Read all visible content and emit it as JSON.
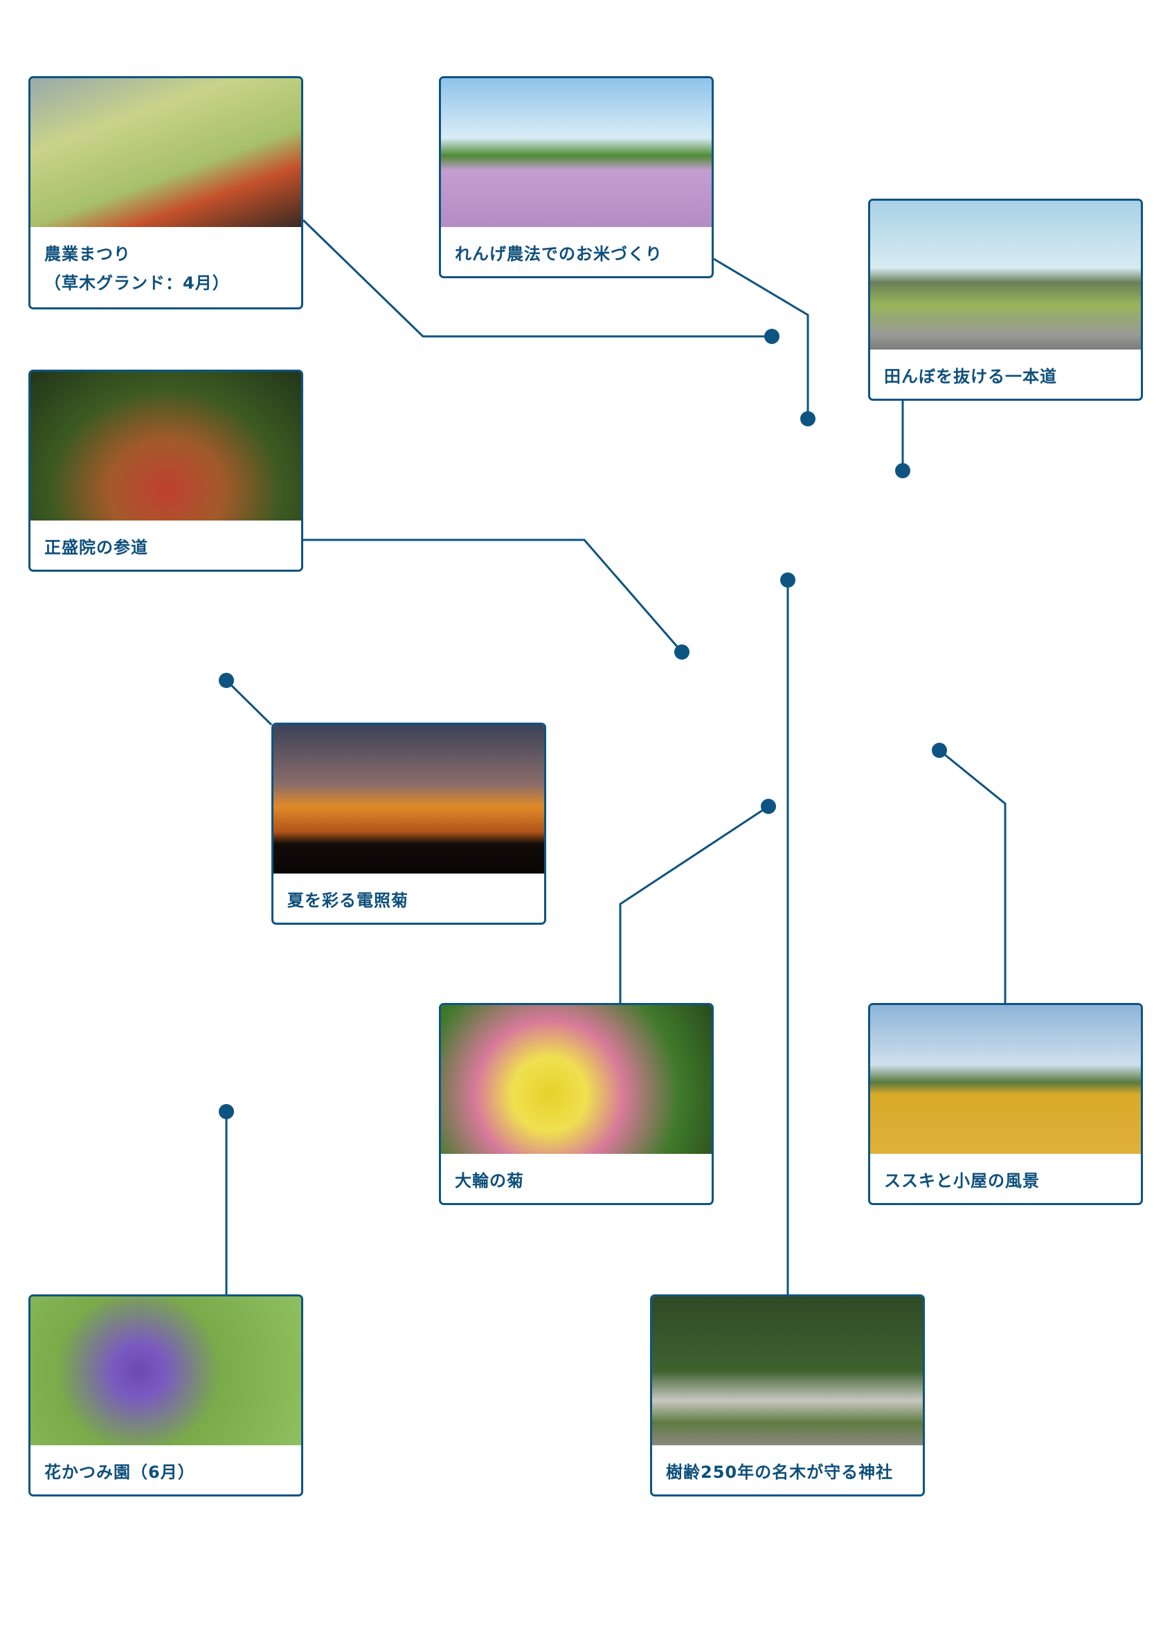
{
  "accent_color": "#0d5482",
  "spots": [
    {
      "caption_lines": [
        "農業まつり",
        "（草木グランド：4月）"
      ],
      "photo": "farm-festival-tractor-tug-of-war"
    },
    {
      "caption_lines": [
        "れんげ農法でのお米づくり"
      ],
      "photo": "renge-field-tractor"
    },
    {
      "caption_lines": [
        "田んぼを抜ける一本道"
      ],
      "photo": "road-through-rice-fields"
    },
    {
      "caption_lines": [
        "正盛院の参道"
      ],
      "photo": "shoseiin-temple-approach"
    },
    {
      "caption_lines": [
        "夏を彩る電照菊"
      ],
      "photo": "lit-greenhouse"
    },
    {
      "caption_lines": [
        "大輪の菊"
      ],
      "photo": "large-chrysanthemums"
    },
    {
      "caption_lines": [
        "ススキと小屋の風景"
      ],
      "photo": "pampas-grass-and-hut"
    },
    {
      "caption_lines": [
        "花かつみ園（6月）"
      ],
      "photo": "iris-garden"
    },
    {
      "caption_lines": [
        "樹齢250年の名木が守る神社"
      ],
      "photo": "shrine-with-old-tree"
    }
  ]
}
